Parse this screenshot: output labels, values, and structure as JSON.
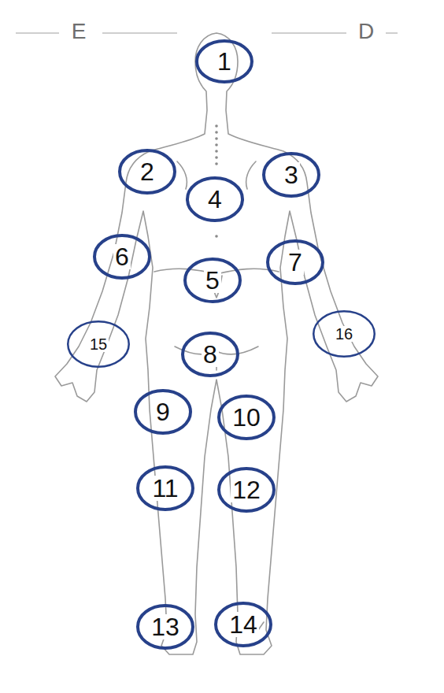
{
  "diagram": {
    "nodes": [
      {
        "text": [
          "1"
        ]
      },
      {
        "text": [
          "2"
        ]
      },
      {
        "text": [
          "3"
        ]
      },
      {
        "text": [
          "4"
        ]
      },
      {
        "text": [
          "5"
        ]
      },
      {
        "text": [
          "6"
        ]
      },
      {
        "text": [
          "7"
        ]
      },
      {
        "text": [
          "8"
        ]
      },
      {
        "text": [
          "9"
        ]
      },
      {
        "text": [
          "10"
        ]
      },
      {
        "text": [
          "11"
        ]
      },
      {
        "text": [
          "12"
        ]
      },
      {
        "text": [
          "13"
        ]
      },
      {
        "text": [
          "14"
        ]
      },
      {
        "text": [
          "15"
        ]
      },
      {
        "text": [
          "16"
        ]
      }
    ],
    "labels": [
      "E",
      "D"
    ]
  }
}
